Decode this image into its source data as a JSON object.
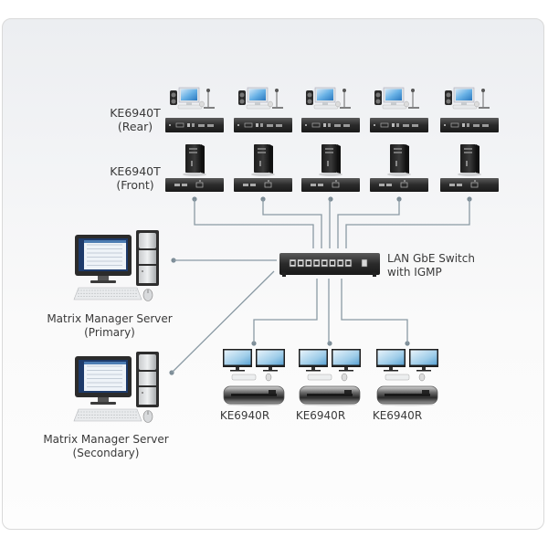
{
  "labels": {
    "tx_rear": [
      "KE6940T",
      "(Rear)"
    ],
    "tx_front": [
      "KE6940T",
      "(Front)"
    ],
    "switch": [
      "LAN GbE Switch",
      "with IGMP"
    ],
    "server_primary": [
      "Matrix Manager Server",
      "(Primary)"
    ],
    "server_secondary": [
      "Matrix Manager Server",
      "(Secondary)"
    ],
    "receivers": [
      "KE6940R",
      "KE6940R",
      "KE6940R"
    ]
  },
  "counts": {
    "transmitters": 5,
    "receivers": 3,
    "switch_ports": 8
  },
  "colors": {
    "line": "#8a9aa4",
    "device_dark": "#2e2e2e",
    "screen_blue": "#4a9fd8",
    "text": "#3a3a3a"
  }
}
